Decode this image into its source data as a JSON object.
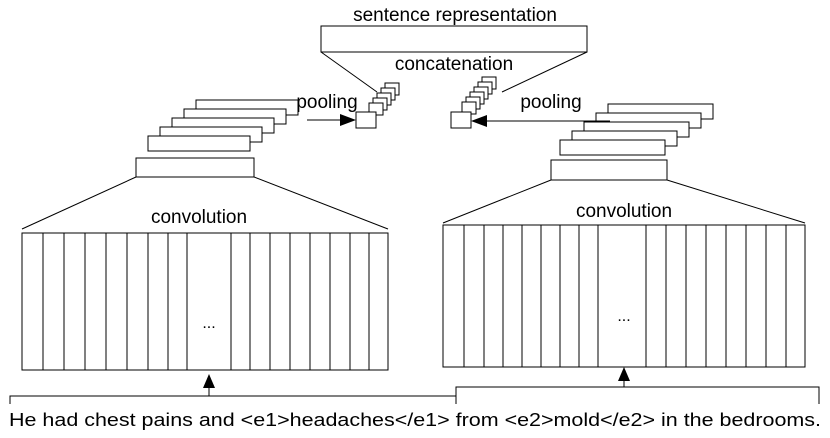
{
  "diagram": {
    "title": "sentence representation",
    "concat_label": "concatenation",
    "pool_label_left": "pooling",
    "pool_label_right": "pooling",
    "conv_label_left": "convolution",
    "conv_label_right": "convolution",
    "ellipsis_left": "...",
    "ellipsis_right": "...",
    "sentence": "He had chest pains and <e1>headaches</e1> from <e2>mold</e2> in the bedrooms."
  }
}
